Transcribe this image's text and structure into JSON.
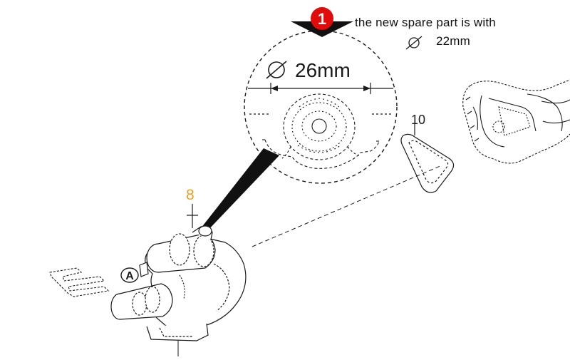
{
  "callout": {
    "number": "1",
    "note_line1": "the new spare part is with",
    "note_line2": "22mm",
    "diameter_symbol": "⌀",
    "marker_color": "#e10b0b"
  },
  "magnified_view": {
    "diameter_symbol": "⌀",
    "dimension": "26mm"
  },
  "labels": {
    "part_8": "8",
    "part_10": "10",
    "detail_a": "A"
  },
  "colors": {
    "line": "#1a1a1a",
    "part_8_label": "#f0a020",
    "accent_marker": "#e10b0b"
  }
}
